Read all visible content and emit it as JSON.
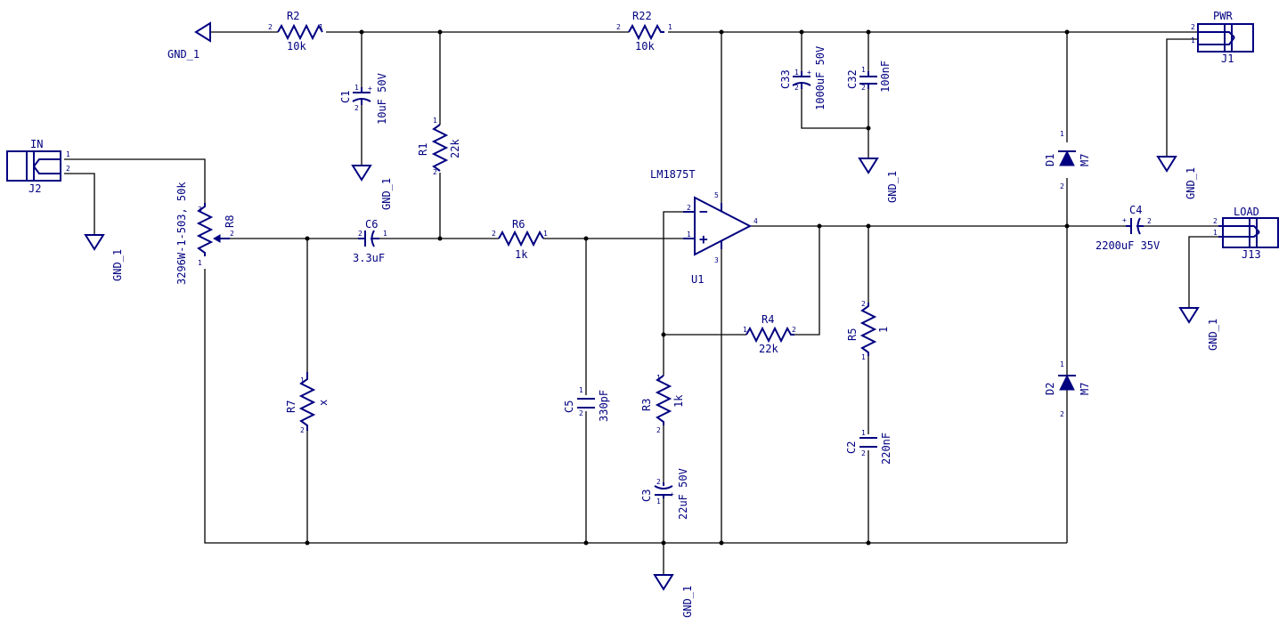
{
  "colors": {
    "component": "#000080",
    "wire": "#000000",
    "background": "#ffffff"
  },
  "gnd_label": "GND_1",
  "op": {
    "ref": "U1",
    "part": "LM1875T",
    "pins": {
      "inv": "2",
      "noninv": "1",
      "out": "4",
      "vplus": "5",
      "vminus": "3"
    },
    "minus": "−",
    "plus": "+"
  },
  "res": {
    "r2": {
      "ref": "R2",
      "val": "10k"
    },
    "r22": {
      "ref": "R22",
      "val": "10k"
    },
    "r1": {
      "ref": "R1",
      "val": "22k"
    },
    "r6": {
      "ref": "R6",
      "val": "1k"
    },
    "r4": {
      "ref": "R4",
      "val": "22k"
    },
    "r3": {
      "ref": "R3",
      "val": "1k"
    },
    "r5": {
      "ref": "R5",
      "val": "1"
    },
    "r7": {
      "ref": "R7",
      "val": "x"
    },
    "r8": {
      "ref": "R8",
      "val": "3296W-1-503, 50k"
    }
  },
  "caps": {
    "c1": {
      "ref": "C1",
      "val": "10uF 50V"
    },
    "c6": {
      "ref": "C6",
      "val": "3.3uF"
    },
    "c33": {
      "ref": "C33",
      "val": "1000uF 50V"
    },
    "c32": {
      "ref": "C32",
      "val": "100nF"
    },
    "c5": {
      "ref": "C5",
      "val": "330pF"
    },
    "c3": {
      "ref": "C3",
      "val": "22uF 50V"
    },
    "c2": {
      "ref": "C2",
      "val": "220nF"
    },
    "c4": {
      "ref": "C4",
      "val": "2200uF 35V"
    }
  },
  "diodes": {
    "d1": {
      "ref": "D1",
      "val": "M7"
    },
    "d2": {
      "ref": "D2",
      "val": "M7"
    }
  },
  "conn": {
    "j2": {
      "ref": "J2",
      "name": "IN"
    },
    "j1": {
      "ref": "J1",
      "name": "PWR"
    },
    "j13": {
      "ref": "J13",
      "name": "LOAD"
    }
  },
  "pin": {
    "one": "1",
    "two": "2",
    "three": "3",
    "plus": "+"
  }
}
